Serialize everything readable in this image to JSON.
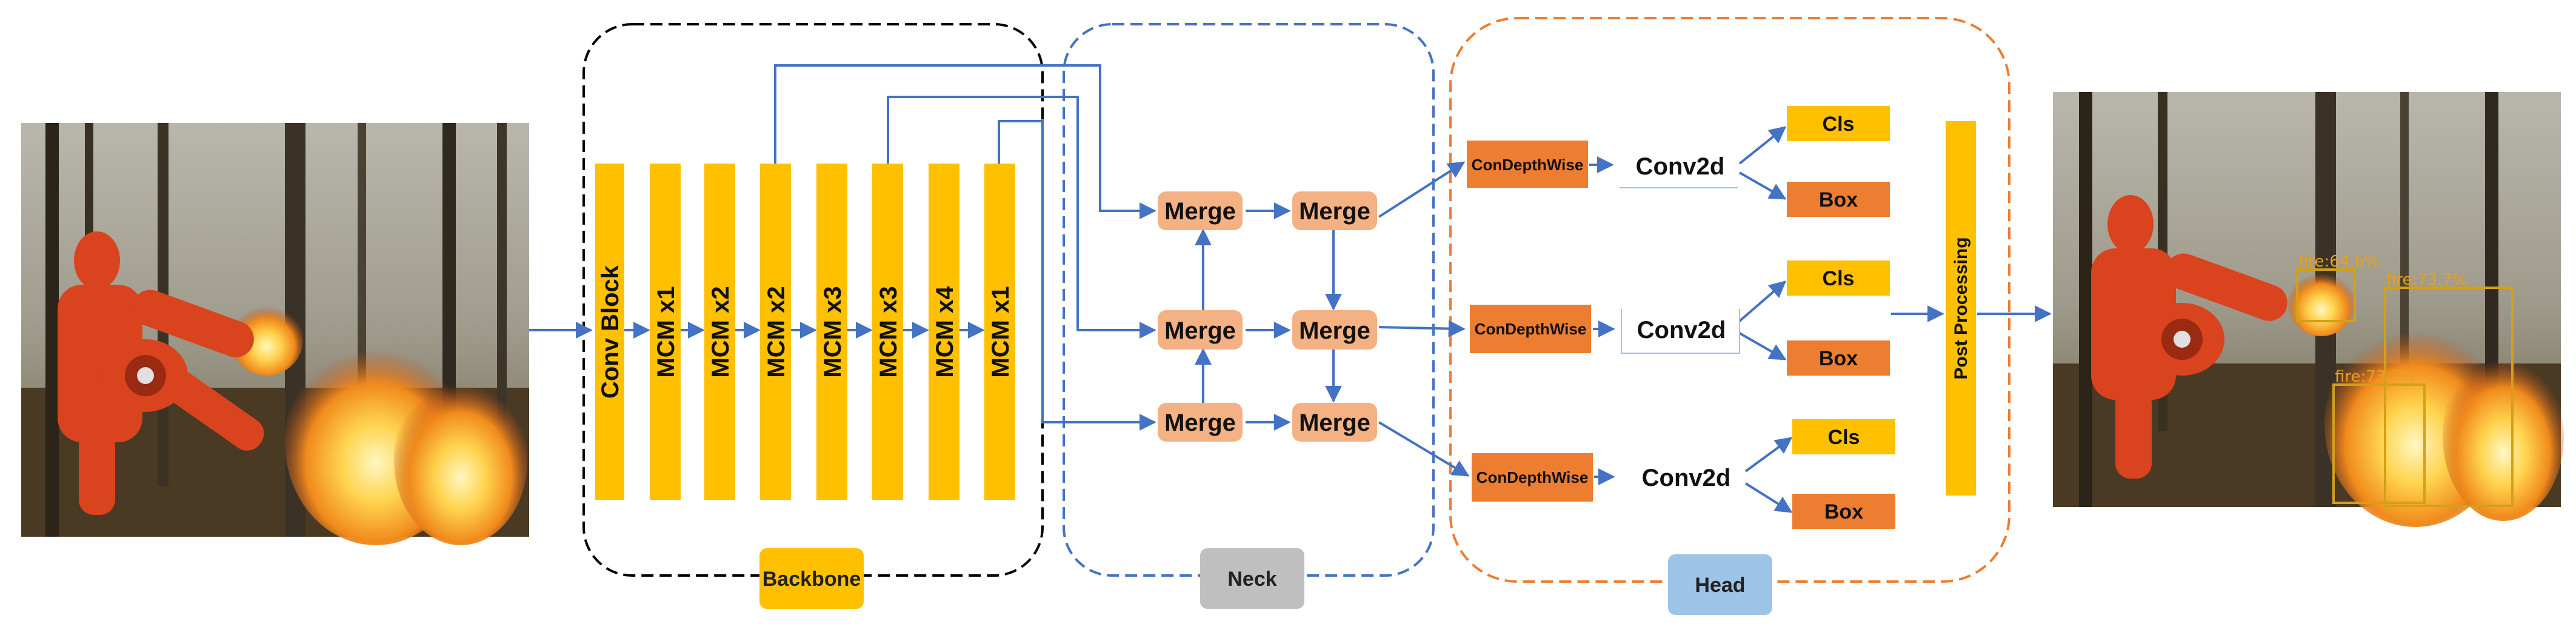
{
  "groups": {
    "backbone": "Backbone",
    "neck": "Neck",
    "head": "Head"
  },
  "backbone_blocks": [
    "Conv Block",
    "MCM x1",
    "MCM x2",
    "MCM x2",
    "MCM x3",
    "MCM x3",
    "MCM x4",
    "MCM x1"
  ],
  "neck_nodes": [
    "Merge",
    "Merge",
    "Merge",
    "Merge",
    "Merge",
    "Merge"
  ],
  "head_rows": [
    {
      "depthwise": "ConDepthWise",
      "conv": "Conv2d",
      "cls": "Cls",
      "box": "Box"
    },
    {
      "depthwise": "ConDepthWise",
      "conv": "Conv2d",
      "cls": "Cls",
      "box": "Box"
    },
    {
      "depthwise": "ConDepthWise",
      "conv": "Conv2d",
      "cls": "Cls",
      "box": "Box"
    }
  ],
  "post_processing": "Post Processing",
  "detections": [
    "fire:64.6%",
    "fire:73.7%",
    "fire:73.7%"
  ],
  "colors": {
    "backbone_block": "#FFC000",
    "merge_node": "#F4B183",
    "head_block": "#ED7D31",
    "arrow": "#4472C4",
    "backbone_border": "#000000",
    "neck_border": "#4472C4",
    "head_border": "#ED7D31",
    "neck_label_bg": "#BFBFBF",
    "head_label_bg": "#9DC3E6"
  },
  "icons": {
    "input_image": "forest-fire-photo",
    "output_image": "forest-fire-detection-photo"
  }
}
